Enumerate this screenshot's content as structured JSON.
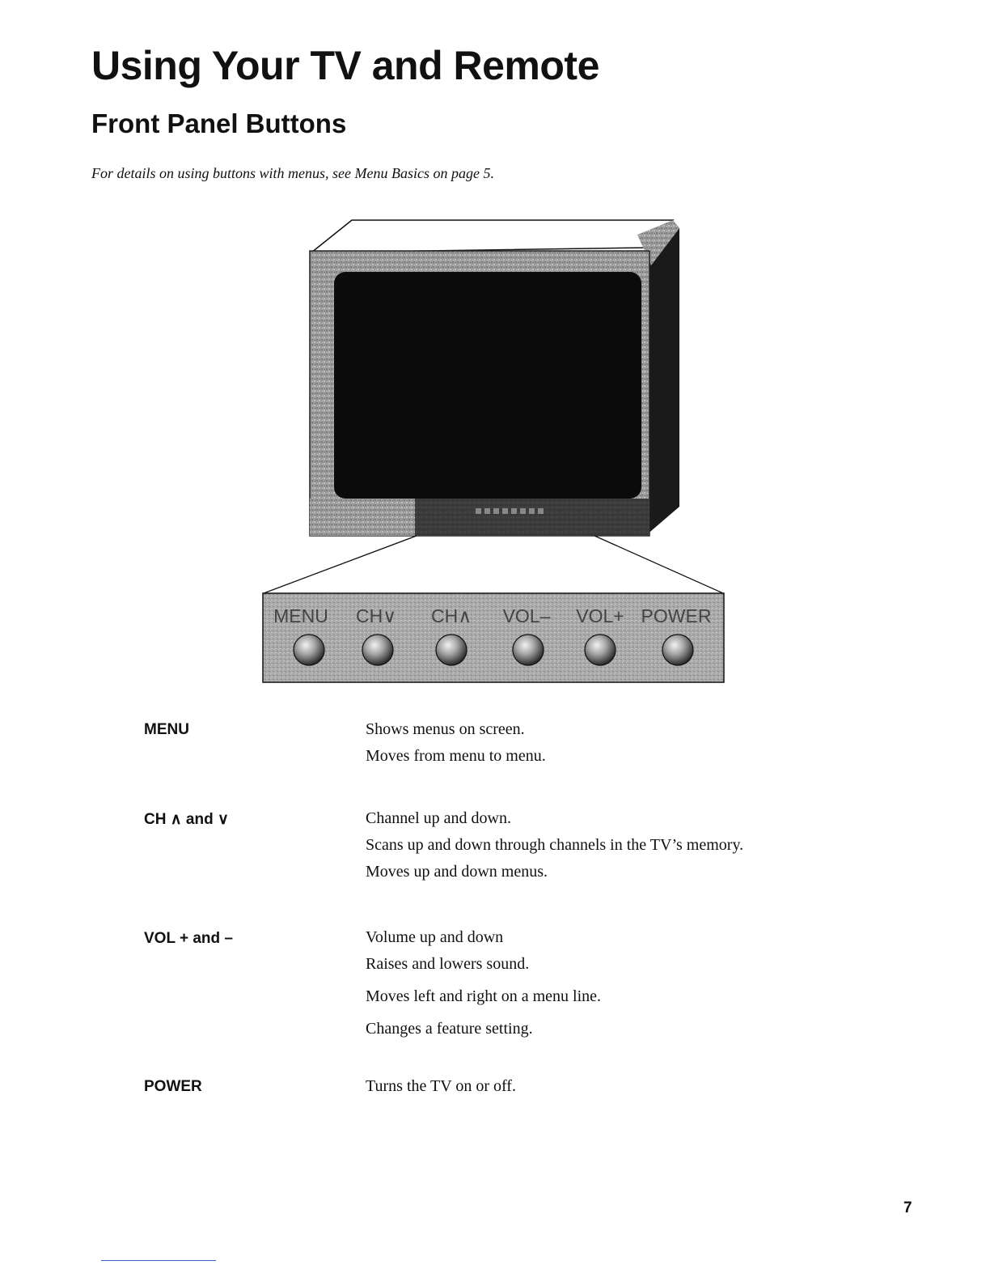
{
  "page": {
    "title": "Using Your TV and Remote",
    "section_title": "Front Panel Buttons",
    "intro_note": "For details on using buttons with menus, see Menu Basics on page 5.",
    "page_number": "7"
  },
  "figure": {
    "panel_labels": [
      "MENU",
      "CH∨",
      "CH∧",
      "VOL–",
      "VOL+",
      "POWER"
    ]
  },
  "buttons": [
    {
      "term": "MENU",
      "lines": [
        "Shows menus on screen.",
        "Moves from menu to menu."
      ]
    },
    {
      "term": "CH ∧ and ∨",
      "lines": [
        "Channel up and down.",
        "Scans up and down through channels in the TV’s memory.",
        "Moves up and down menus."
      ]
    },
    {
      "term": "VOL + and –",
      "lines": [
        "Volume up and down",
        "Raises and lowers sound.",
        "Moves left and right on a menu line.",
        "Changes a feature setting."
      ]
    },
    {
      "term": "POWER",
      "lines": [
        "Turns the TV on or off."
      ]
    }
  ]
}
